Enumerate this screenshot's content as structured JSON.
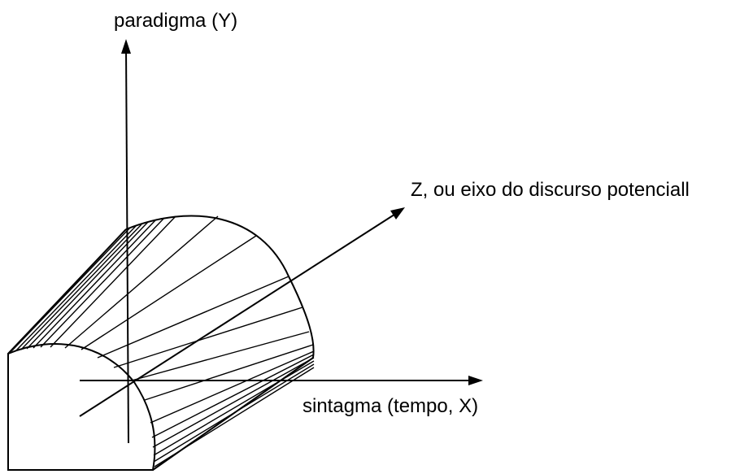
{
  "diagram": {
    "labels": {
      "y_axis": "paradigma (Y)",
      "z_axis": "Z, ou eixo do discurso potenciall",
      "x_axis": "sintagma (tempo, X)"
    },
    "colors": {
      "stroke": "#000000",
      "background": "#ffffff"
    }
  }
}
